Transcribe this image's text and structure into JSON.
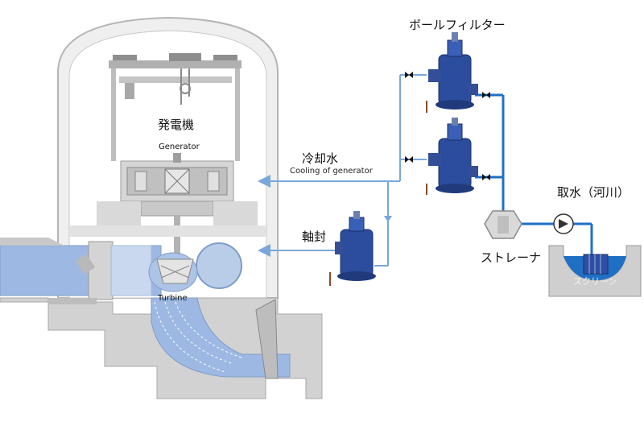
{
  "labels": {
    "ball_filter": "ボールフィルター",
    "generator_jp": "発電機",
    "generator_en": "Generator",
    "cooling_jp": "冷却水",
    "cooling_en": "Cooling of generator",
    "shaft_seal": "軸封",
    "turbine": "Turbine",
    "strainer": "ストレーナ",
    "intake": "取水（河川）",
    "screen": "スクリーン"
  },
  "colors": {
    "pipe": "#1f6fc4",
    "flow_line": "#7aa7da",
    "water": "#9db9e3",
    "filter_body": "#2c4d9e",
    "concrete": "#cfcfcf",
    "building": "#e9e9e9"
  }
}
